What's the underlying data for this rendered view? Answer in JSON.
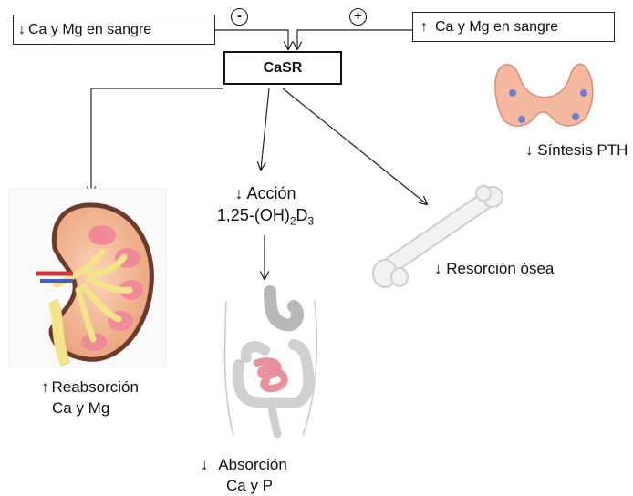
{
  "top": {
    "left_box": "Ca y Mg en sangre",
    "left_arrow": "↓",
    "right_box": "Ca y Mg en sangre",
    "right_arrow": "↑",
    "minus_sign": "-",
    "plus_sign": "+"
  },
  "center": {
    "receptor": "CaSR"
  },
  "thyroid": {
    "arrow": "↓",
    "label": "Síntesis PTH"
  },
  "vitamin": {
    "arrow": "↓",
    "line1": "Acción",
    "line2_base": "1,25-(OH)",
    "sub1": "2",
    "mid": "D",
    "sub2": "3"
  },
  "bone": {
    "arrow": "↓",
    "label": "Resorción ósea"
  },
  "kidney": {
    "arrow": "↑",
    "line1": "Reabsorción",
    "line2": "Ca y Mg"
  },
  "gut": {
    "arrow": "↓",
    "line1": "Absorción",
    "line2": "Ca y P"
  },
  "colors": {
    "line": "#222222",
    "kidney_pink": "#f08a9a",
    "kidney_yellow": "#f3e48a",
    "thyroid": "#f4b9a0",
    "bone": "#f2f2ee"
  }
}
